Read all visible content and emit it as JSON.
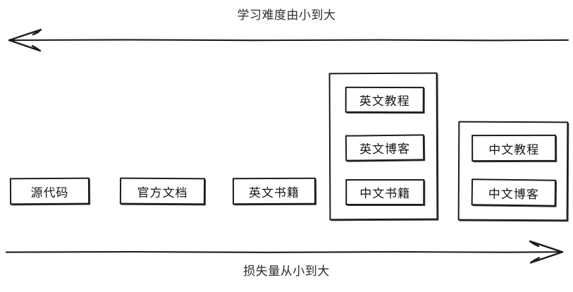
{
  "diagram": {
    "title_top": "学习难度由小到大",
    "title_bottom": "损失量从小到大",
    "top_axis": {
      "direction": "left",
      "label": "学习难度由小到大"
    },
    "bottom_axis": {
      "direction": "right",
      "label": "损失量从小到大"
    },
    "standalone_nodes": [
      {
        "label": "源代码"
      },
      {
        "label": "官方文档"
      },
      {
        "label": "英文书籍"
      }
    ],
    "groups": [
      {
        "name": "group-one",
        "items": [
          {
            "label": "英文教程"
          },
          {
            "label": "英文博客"
          },
          {
            "label": "中文书籍"
          }
        ]
      },
      {
        "name": "group-two",
        "items": [
          {
            "label": "中文教程"
          },
          {
            "label": "中文博客"
          }
        ]
      }
    ],
    "colors": {
      "stroke": "#1c1c1c",
      "text": "#141414",
      "background": "#ffffff"
    }
  }
}
